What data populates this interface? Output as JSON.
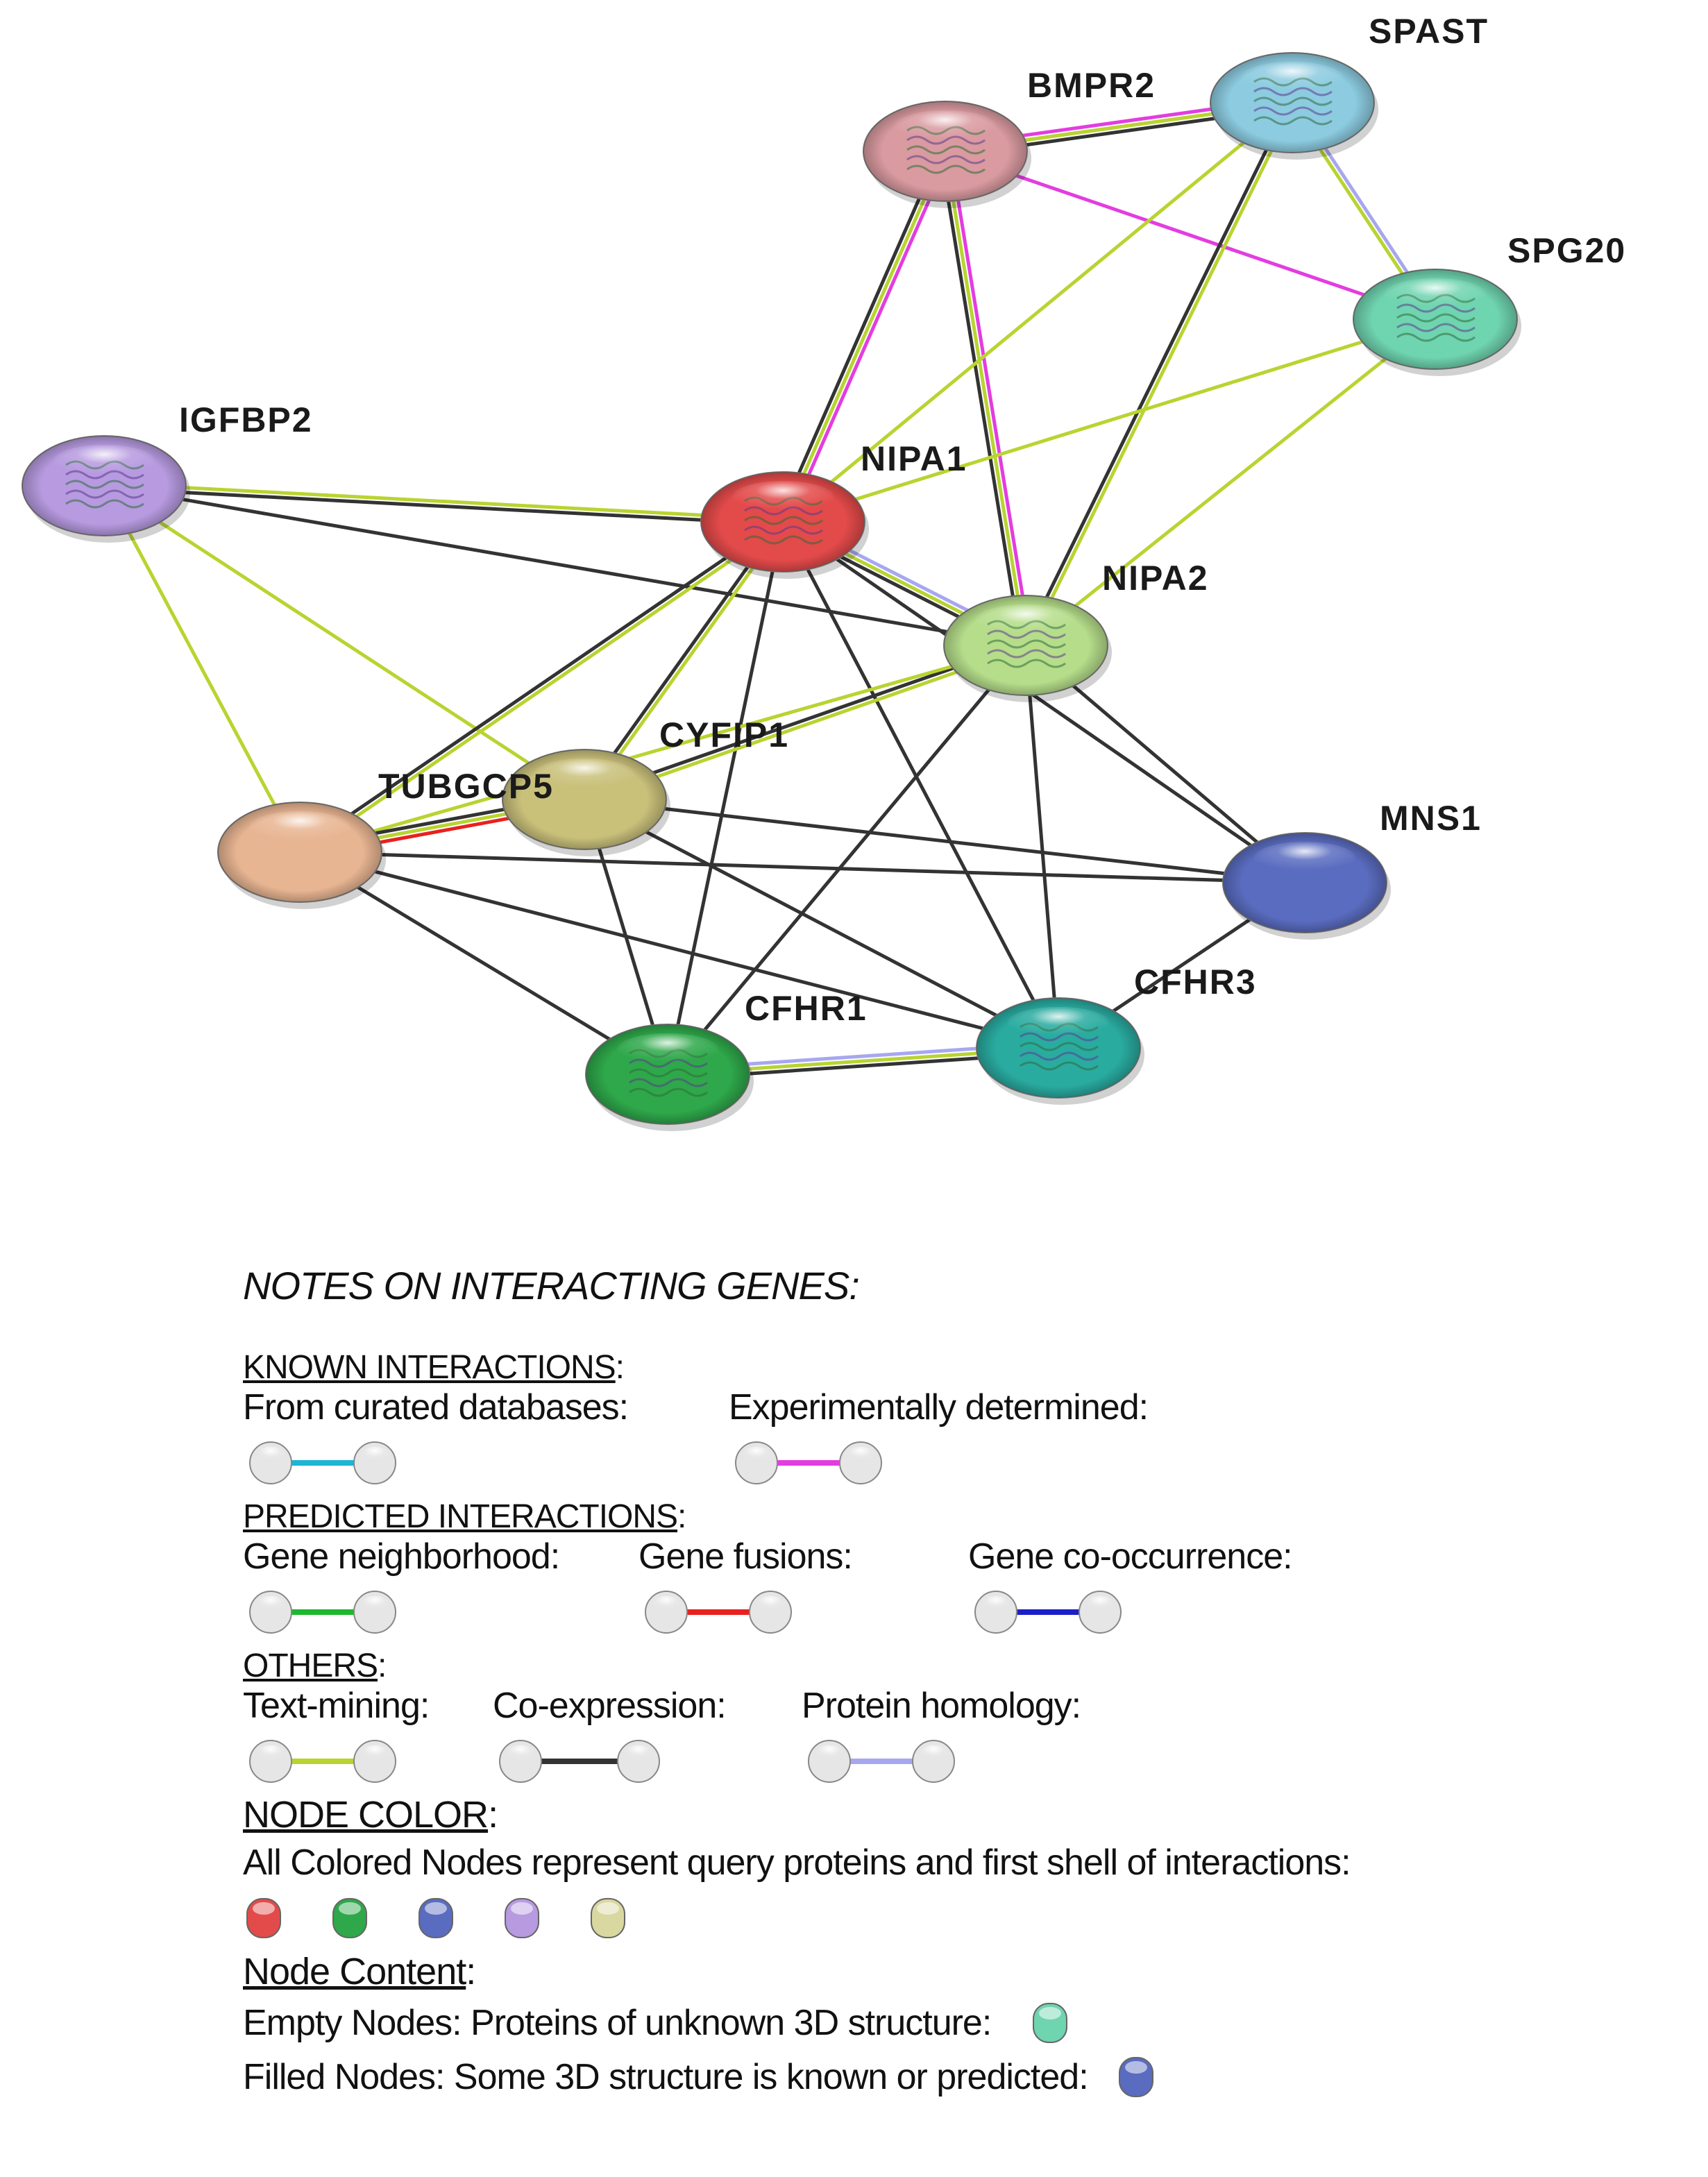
{
  "network": {
    "nodes": [
      {
        "id": "BMPR2",
        "label": "BMPR2",
        "color": "#d99aa0",
        "filled": true
      },
      {
        "id": "SPAST",
        "label": "SPAST",
        "color": "#8ccbe0",
        "filled": true
      },
      {
        "id": "SPG20",
        "label": "SPG20",
        "color": "#6fd4b0",
        "filled": true
      },
      {
        "id": "IGFBP2",
        "label": "IGFBP2",
        "color": "#b79ae0",
        "filled": true
      },
      {
        "id": "NIPA1",
        "label": "NIPA1",
        "color": "#e34a4a",
        "filled": true
      },
      {
        "id": "NIPA2",
        "label": "NIPA2",
        "color": "#b5dd8a",
        "filled": true
      },
      {
        "id": "CYFIP1",
        "label": "CYFIP1",
        "color": "#c9c07a",
        "filled": false
      },
      {
        "id": "TUBGCP5",
        "label": "TUBGCP5",
        "color": "#e8b592",
        "filled": false
      },
      {
        "id": "MNS1",
        "label": "MNS1",
        "color": "#5a6cc0",
        "filled": false
      },
      {
        "id": "CFHR1",
        "label": "CFHR1",
        "color": "#2ea84a",
        "filled": true
      },
      {
        "id": "CFHR3",
        "label": "CFHR3",
        "color": "#29aba0",
        "filled": true
      }
    ],
    "edges": [
      {
        "source": "BMPR2",
        "target": "SPAST",
        "types": [
          "experimental",
          "textmining",
          "coexpression"
        ]
      },
      {
        "source": "BMPR2",
        "target": "SPG20",
        "types": [
          "experimental"
        ]
      },
      {
        "source": "SPAST",
        "target": "BMPR2",
        "types": [
          "textmining"
        ]
      },
      {
        "source": "SPAST",
        "target": "SPG20",
        "types": [
          "homology",
          "textmining"
        ]
      },
      {
        "source": "BMPR2",
        "target": "NIPA1",
        "types": [
          "experimental",
          "textmining",
          "coexpression"
        ]
      },
      {
        "source": "BMPR2",
        "target": "NIPA2",
        "types": [
          "experimental",
          "textmining",
          "coexpression"
        ]
      },
      {
        "source": "SPAST",
        "target": "NIPA1",
        "types": [
          "textmining"
        ]
      },
      {
        "source": "SPAST",
        "target": "NIPA2",
        "types": [
          "textmining",
          "coexpression"
        ]
      },
      {
        "source": "SPG20",
        "target": "NIPA1",
        "types": [
          "textmining"
        ]
      },
      {
        "source": "SPG20",
        "target": "NIPA2",
        "types": [
          "textmining"
        ]
      },
      {
        "source": "IGFBP2",
        "target": "NIPA1",
        "types": [
          "textmining",
          "coexpression"
        ]
      },
      {
        "source": "IGFBP2",
        "target": "NIPA2",
        "types": [
          "coexpression"
        ]
      },
      {
        "source": "IGFBP2",
        "target": "TUBGCP5",
        "types": [
          "textmining"
        ]
      },
      {
        "source": "IGFBP2",
        "target": "CYFIP1",
        "types": [
          "textmining"
        ]
      },
      {
        "source": "NIPA1",
        "target": "NIPA2",
        "types": [
          "homology",
          "textmining",
          "coexpression"
        ]
      },
      {
        "source": "NIPA1",
        "target": "CYFIP1",
        "types": [
          "textmining",
          "coexpression"
        ]
      },
      {
        "source": "NIPA1",
        "target": "TUBGCP5",
        "types": [
          "textmining",
          "coexpression"
        ]
      },
      {
        "source": "NIPA1",
        "target": "CFHR1",
        "types": [
          "coexpression"
        ]
      },
      {
        "source": "NIPA1",
        "target": "CFHR3",
        "types": [
          "coexpression"
        ]
      },
      {
        "source": "NIPA1",
        "target": "MNS1",
        "types": [
          "coexpression"
        ]
      },
      {
        "source": "NIPA2",
        "target": "CYFIP1",
        "types": [
          "textmining",
          "coexpression"
        ]
      },
      {
        "source": "NIPA2",
        "target": "TUBGCP5",
        "types": [
          "textmining"
        ]
      },
      {
        "source": "NIPA2",
        "target": "MNS1",
        "types": [
          "coexpression"
        ]
      },
      {
        "source": "NIPA2",
        "target": "CFHR1",
        "types": [
          "coexpression"
        ]
      },
      {
        "source": "NIPA2",
        "target": "CFHR3",
        "types": [
          "coexpression"
        ]
      },
      {
        "source": "CYFIP1",
        "target": "TUBGCP5",
        "types": [
          "fusion",
          "textmining",
          "coexpression"
        ]
      },
      {
        "source": "CYFIP1",
        "target": "MNS1",
        "types": [
          "coexpression"
        ]
      },
      {
        "source": "CYFIP1",
        "target": "CFHR1",
        "types": [
          "coexpression"
        ]
      },
      {
        "source": "CYFIP1",
        "target": "CFHR3",
        "types": [
          "coexpression"
        ]
      },
      {
        "source": "TUBGCP5",
        "target": "MNS1",
        "types": [
          "coexpression"
        ]
      },
      {
        "source": "TUBGCP5",
        "target": "CFHR1",
        "types": [
          "coexpression"
        ]
      },
      {
        "source": "TUBGCP5",
        "target": "CFHR3",
        "types": [
          "coexpression"
        ]
      },
      {
        "source": "MNS1",
        "target": "CFHR3",
        "types": [
          "coexpression"
        ]
      },
      {
        "source": "CFHR1",
        "target": "CFHR3",
        "types": [
          "homology",
          "textmining",
          "coexpression"
        ]
      }
    ]
  },
  "edge_colors": {
    "database": "#1eb4d4",
    "experimental": "#e33de0",
    "neighborhood": "#1db82d",
    "fusion": "#e8211e",
    "cooccurrence": "#1b1fc8",
    "textmining": "#b8d431",
    "coexpression": "#333333",
    "homology": "#a7a7f0"
  },
  "legend": {
    "title": "NOTES ON INTERACTING GENES:",
    "known": {
      "heading": "KNOWN INTERACTIONS",
      "heading_suffix": ":",
      "items": [
        {
          "label": "From curated databases:",
          "type": "database"
        },
        {
          "label": "Experimentally determined:",
          "type": "experimental"
        }
      ]
    },
    "predicted": {
      "heading": "PREDICTED INTERACTIONS",
      "heading_suffix": ":",
      "items": [
        {
          "label": "Gene neighborhood:",
          "type": "neighborhood"
        },
        {
          "label": "Gene fusions:",
          "type": "fusion"
        },
        {
          "label": "Gene co-occurrence:",
          "type": "cooccurrence"
        }
      ]
    },
    "others": {
      "heading": "OTHERS",
      "heading_suffix": ":",
      "items": [
        {
          "label": "Text-mining:",
          "type": "textmining"
        },
        {
          "label": "Co-expression:",
          "type": "coexpression"
        },
        {
          "label": "Protein homology:",
          "type": "homology"
        }
      ]
    },
    "node_color": {
      "heading": "NODE COLOR",
      "heading_suffix": ":",
      "description": "All Colored Nodes represent query proteins and first shell of interactions:",
      "swatches": [
        "#e34a4a",
        "#2ea84a",
        "#5a6cc0",
        "#b79ae0",
        "#d8d8a0"
      ]
    },
    "node_content": {
      "heading": "Node Content",
      "heading_suffix": ":",
      "empty_label": "Empty Nodes: Proteins of unknown 3D structure:",
      "empty_color": "#6fd4b0",
      "filled_label": "Filled Nodes: Some 3D structure is known or predicted:",
      "filled_color": "#5a6cc0"
    }
  }
}
